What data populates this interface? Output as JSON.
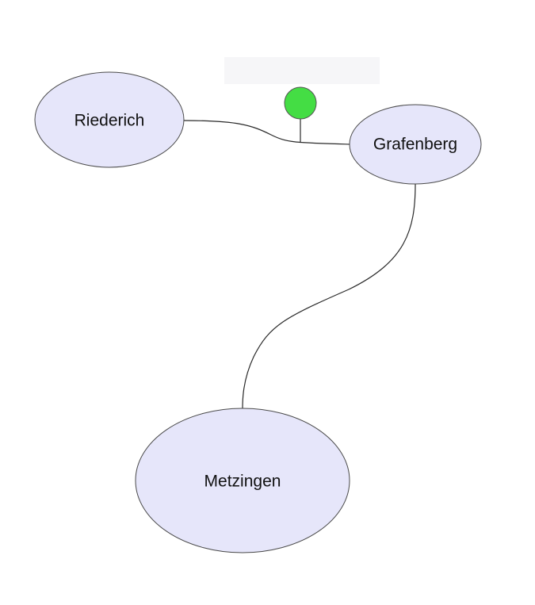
{
  "diagram": {
    "nodes": [
      {
        "id": "riederich",
        "label": "Riederich"
      },
      {
        "id": "grafenberg",
        "label": "Grafenberg"
      },
      {
        "id": "metzingen",
        "label": "Metzingen"
      }
    ],
    "edges": [
      {
        "from": "riederich",
        "to": "grafenberg"
      },
      {
        "from": "grafenberg",
        "to": "metzingen"
      }
    ],
    "marker": {
      "shape": "circle",
      "attached_to": "riederich-grafenberg"
    },
    "colors": {
      "node_fill": "#e6e6fa",
      "node_stroke": "#4a4a4a",
      "edge": "#2a2a2a",
      "marker_fill": "#44dd44",
      "marker_stroke": "#555555"
    }
  }
}
